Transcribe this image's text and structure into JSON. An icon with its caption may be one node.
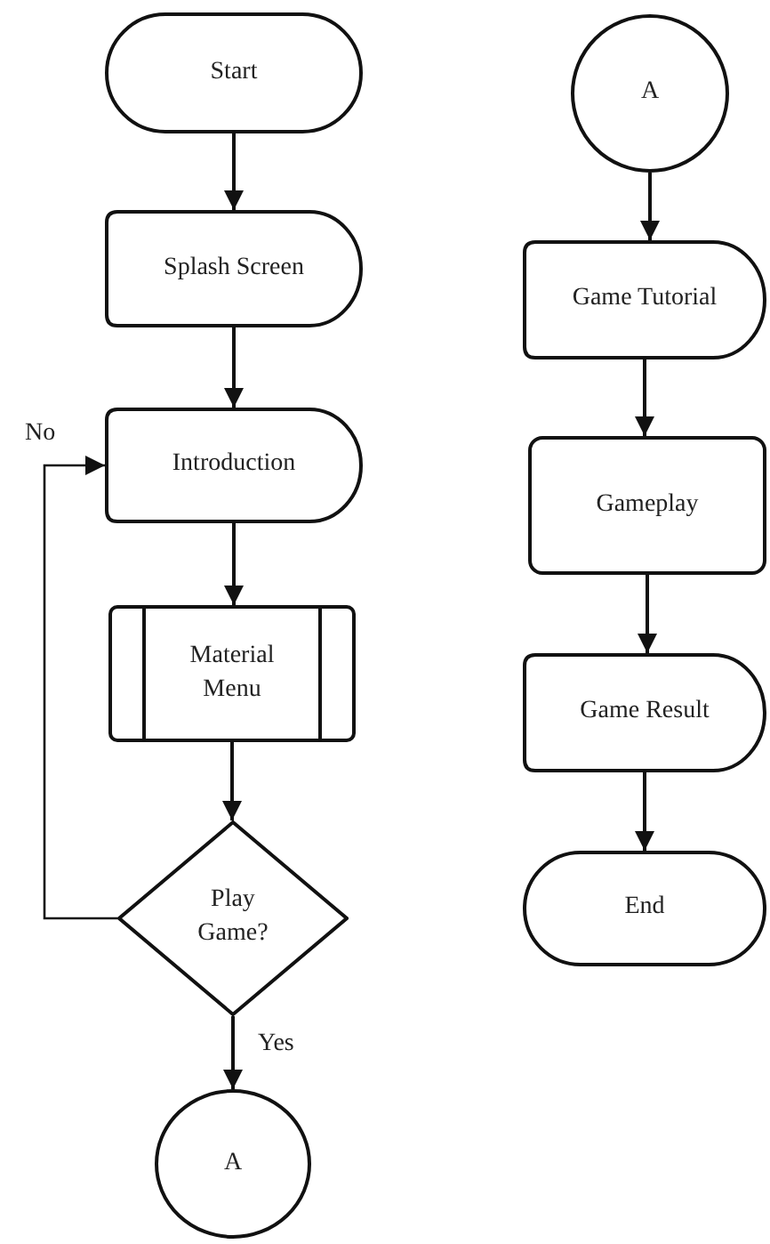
{
  "diagram": {
    "nodes": [
      {
        "text": [
          "Start"
        ]
      },
      {
        "text": [
          "Splash Screen"
        ]
      },
      {
        "text": [
          "Introduction"
        ]
      },
      {
        "text": [
          "Material Menu"
        ]
      },
      {
        "text": [
          "Play Game?"
        ]
      },
      {
        "text": [
          "A"
        ]
      },
      {
        "text": [
          "A"
        ]
      },
      {
        "text": [
          "Game Tutorial"
        ]
      },
      {
        "text": [
          "Gameplay"
        ]
      },
      {
        "text": [
          "Game Result"
        ]
      },
      {
        "text": [
          "End"
        ]
      }
    ],
    "edges": [
      {
        "from": 0,
        "to": 1,
        "arrow": "to"
      },
      {
        "from": 1,
        "to": 2,
        "arrow": "to"
      },
      {
        "from": 2,
        "to": 3,
        "arrow": "to"
      },
      {
        "from": 3,
        "to": 4,
        "arrow": "to"
      },
      {
        "from": 4,
        "to": 5,
        "arrow": "to",
        "label": "Yes"
      },
      {
        "from": 4,
        "to": 2,
        "arrow": "to",
        "label": "No"
      },
      {
        "from": 6,
        "to": 7,
        "arrow": "to"
      },
      {
        "from": 7,
        "to": 8,
        "arrow": "to"
      },
      {
        "from": 8,
        "to": 9,
        "arrow": "to"
      },
      {
        "from": 9,
        "to": 10,
        "arrow": "to"
      }
    ]
  }
}
